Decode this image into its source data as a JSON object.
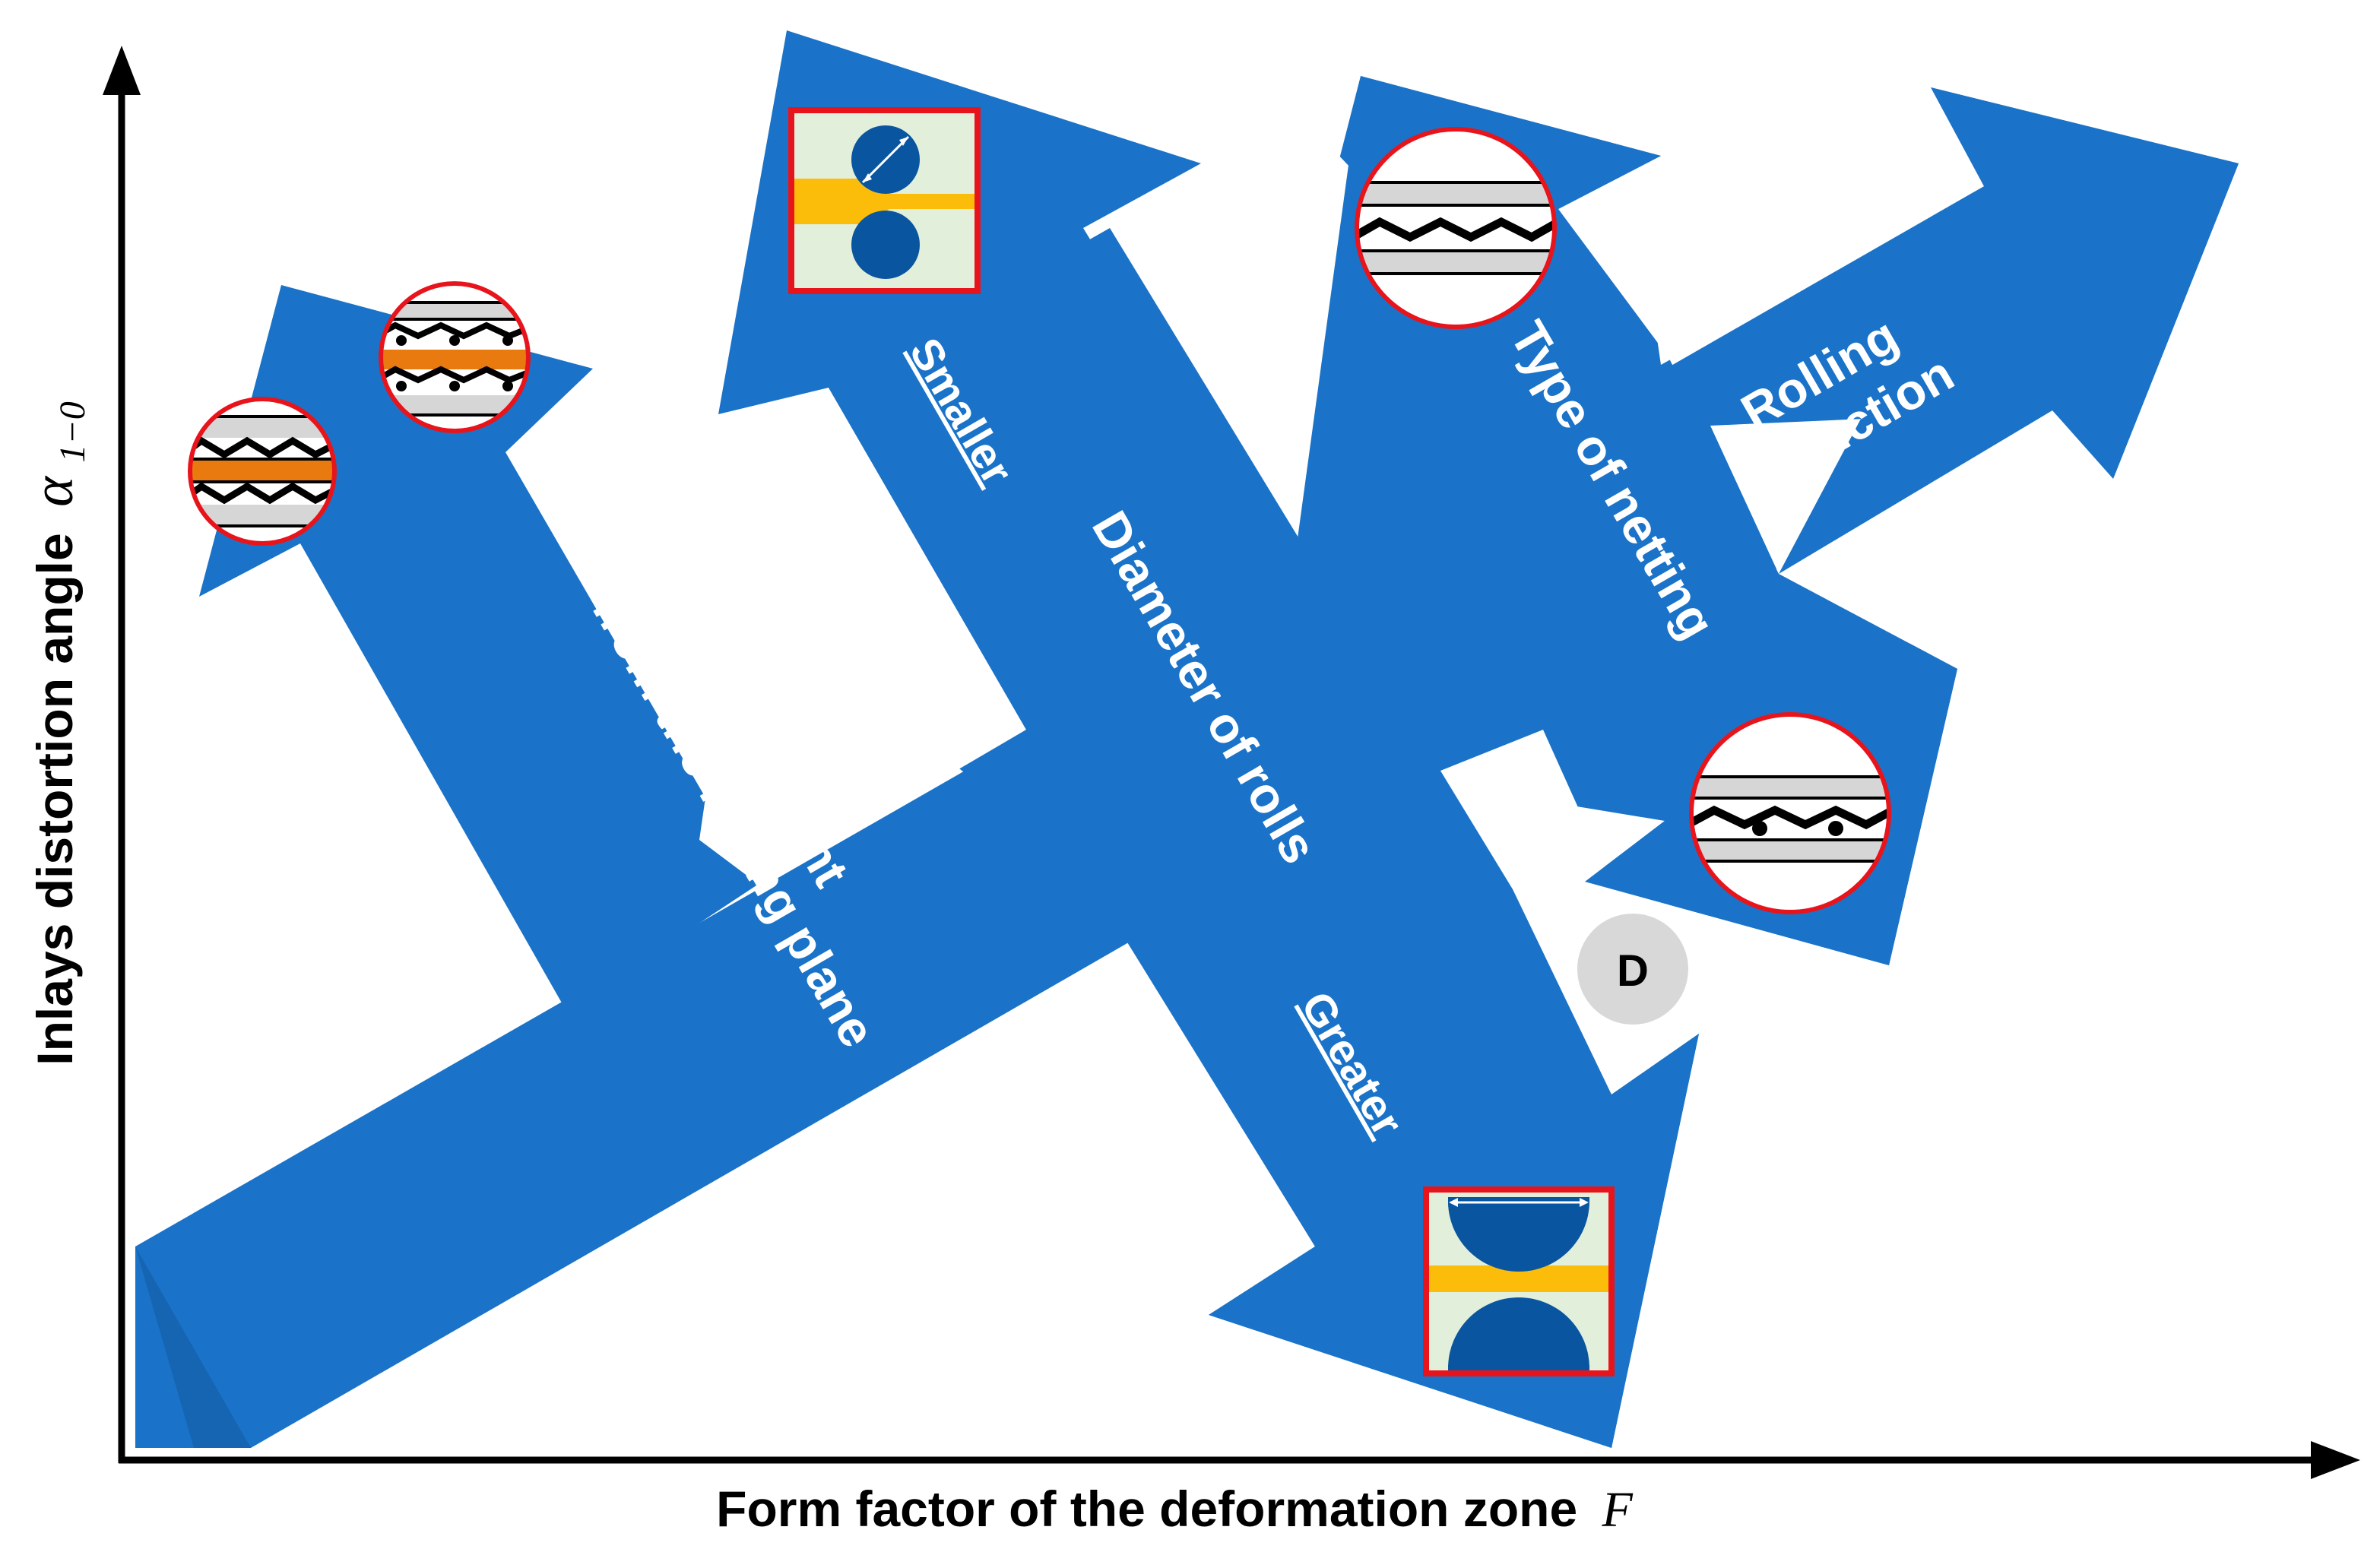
{
  "axes": {
    "x_label": "Form factor of the deformation zone",
    "x_symbol": "F",
    "y_label": "Inlays distortion angle",
    "y_symbol": "α",
    "y_subscript": "1−0"
  },
  "arrows": {
    "displacement_line1": "Displacement",
    "displacement_line2": "from the rolling plane",
    "diameter": "Diameter of rolls",
    "smaller": "Smaller",
    "greater": "Greater",
    "netting": "Type of netting",
    "reduction_line1": "Rolling",
    "reduction_line2": "reduction"
  },
  "marker": {
    "label": "D"
  },
  "colors": {
    "arrow_blue": "#1a73c8",
    "badge_red": "#e8141c",
    "roll_blue": "#0a55a0",
    "strip_yellow": "#fbbd0a",
    "inlay_orange": "#e87a10",
    "cell_green": "#e2f0db",
    "layer_gray": "#d6d6d6",
    "marker_gray": "#d8d8d8"
  },
  "icons": [
    "zigzag-inlay-icon",
    "roll-pair-icon",
    "rolled-layers-icon"
  ]
}
